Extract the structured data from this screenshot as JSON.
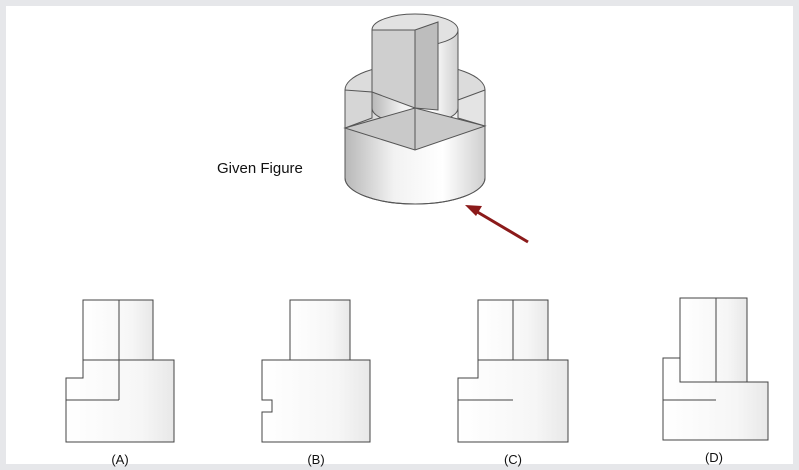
{
  "given_figure": {
    "label": "Given Figure"
  },
  "arrow": {
    "color": "#8b1a1a"
  },
  "options": [
    {
      "label": "(A)"
    },
    {
      "label": "(B)"
    },
    {
      "label": "(C)"
    },
    {
      "label": "(D)"
    }
  ]
}
